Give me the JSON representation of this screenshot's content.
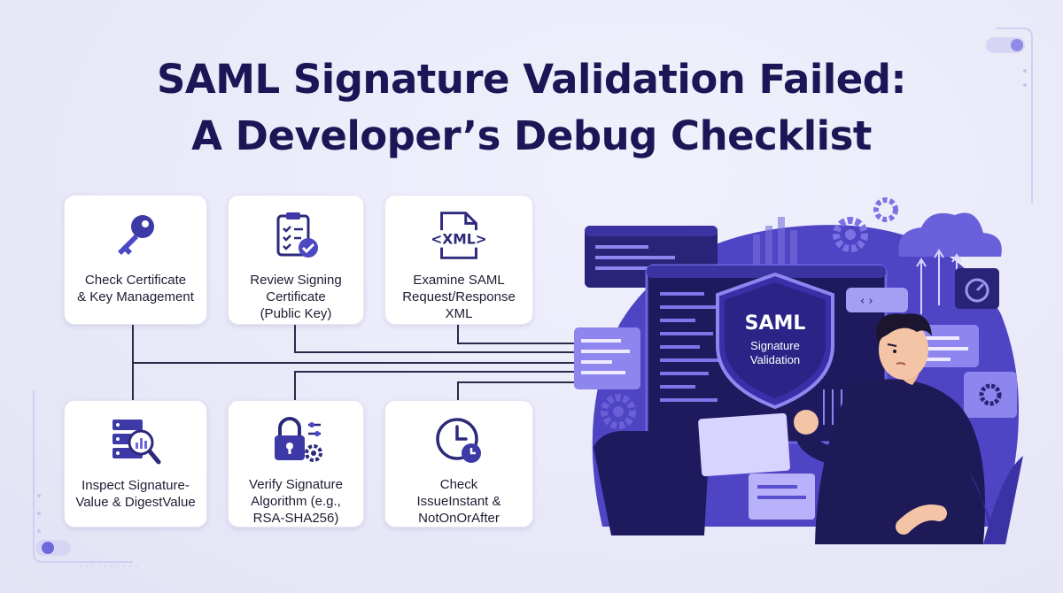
{
  "title": {
    "line1": "SAML Signature Validation Failed:",
    "line2": "A Developer’s Debug Checklist"
  },
  "cards": [
    {
      "label": "Check Certificate\n& Key Management",
      "icon": "key-icon"
    },
    {
      "label": "Review Signing\nCertificate\n(Public Key)",
      "icon": "clipboard-check-icon"
    },
    {
      "label": "Examine SAML\nRequest/Response\nXML",
      "icon": "xml-document-icon"
    },
    {
      "label": "Inspect Signature-\nValue & DigestValue",
      "icon": "server-search-icon"
    },
    {
      "label": "Verify Signature\nAlgorithm (e.g.,\nRSA-SHA256)",
      "icon": "padlock-settings-icon"
    },
    {
      "label": "Check\nIssueInstant &\nNotOnOrAfter",
      "icon": "clock-icon"
    }
  ],
  "illustration": {
    "shield_title": "SAML",
    "shield_sub1": "Signature",
    "shield_sub2": "Validation",
    "xml_tag": "‹ ›"
  },
  "colors": {
    "primary": "#1b1756",
    "accent": "#5a4fcf",
    "icon": "#3d3aa8",
    "background": "#e8e8f8"
  }
}
